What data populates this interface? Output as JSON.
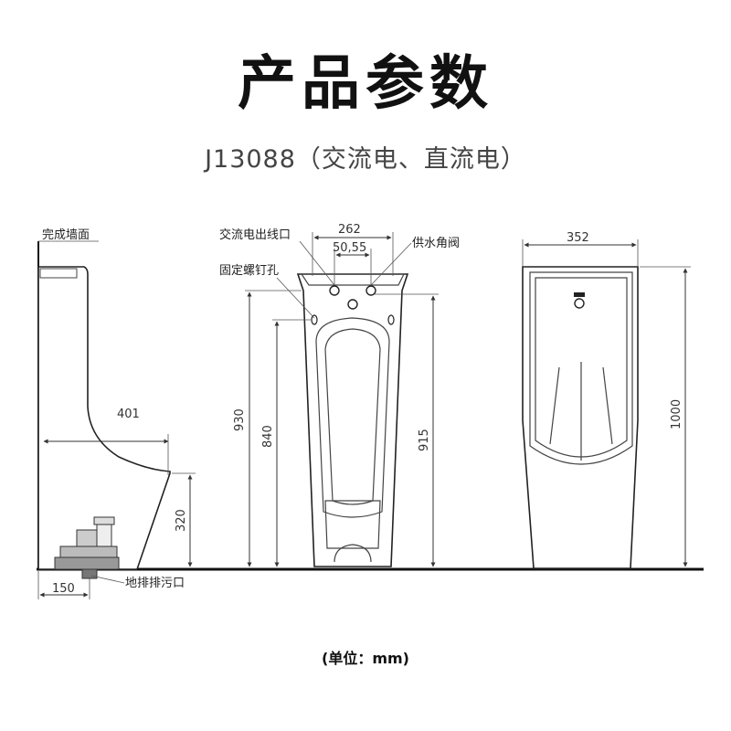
{
  "header": {
    "title": "产品参数",
    "subtitle": "J13088（交流电、直流电）"
  },
  "side_view": {
    "wall_label": "完成墙面",
    "depth": "401",
    "inlet_height": "320",
    "drain_offset": "150",
    "drain_label": "地排排污口"
  },
  "front_view": {
    "width": "262",
    "inner_width": "50,55",
    "power_outlet_label": "交流电出线口",
    "valve_label": "供水角阀",
    "screw_hole_label": "固定螺钉孔",
    "height_total": "930",
    "height_screw": "840",
    "height_valve": "915"
  },
  "back_view": {
    "width": "352",
    "height": "1000"
  },
  "footer": {
    "unit": "(单位：mm)"
  }
}
